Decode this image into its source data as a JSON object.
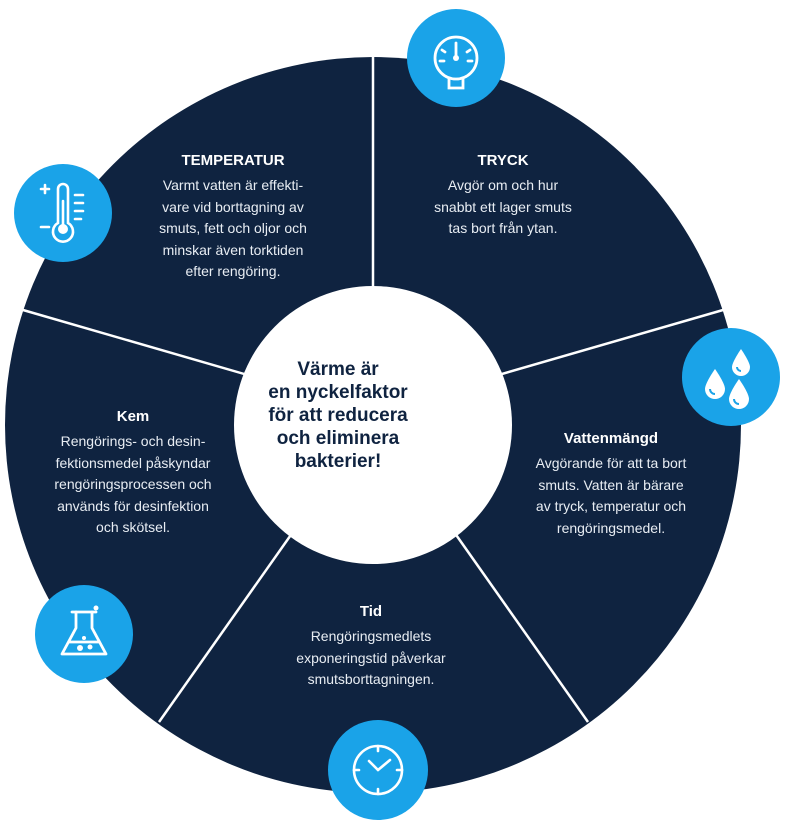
{
  "colors": {
    "segment": "#0f2340",
    "divider": "#ffffff",
    "center_circle": "#ffffff",
    "icon_circle": "#1aa3e8",
    "text": "#ffffff",
    "center_text": "#0f2340"
  },
  "center": {
    "lines": [
      "Värme är",
      "en nyckelfaktor",
      "för att reducera",
      "och eliminera",
      "bakterier!"
    ]
  },
  "segments": [
    {
      "key": "temperatur",
      "icon": "thermometer-icon",
      "title": "TEMPERATUR",
      "lines": [
        "Varmt vatten är effekti-",
        "vare vid borttagning av",
        "smuts, fett och oljor och",
        "minskar även torktiden",
        "efter rengöring."
      ]
    },
    {
      "key": "tryck",
      "icon": "pressure-gauge-icon",
      "title": "TRYCK",
      "lines": [
        "Avgör om och hur",
        "snabbt ett lager smuts",
        "tas bort från ytan."
      ]
    },
    {
      "key": "vattenmangd",
      "icon": "water-drops-icon",
      "title": "Vattenmängd",
      "lines": [
        "Avgörande för att ta bort",
        "smuts. Vatten är bärare",
        "av tryck, temperatur och",
        "rengöringsmedel."
      ]
    },
    {
      "key": "tid",
      "icon": "clock-icon",
      "title": "Tid",
      "lines": [
        "Rengöringsmedlets",
        "exponeringstid påverkar",
        "smutsborttagningen."
      ]
    },
    {
      "key": "kem",
      "icon": "flask-icon",
      "title": "Kem",
      "lines": [
        "Rengörings- och desin-",
        "fektionsmedel påskyndar",
        "rengöringsprocessen och",
        "används för desinfektion",
        "och skötsel."
      ]
    }
  ]
}
